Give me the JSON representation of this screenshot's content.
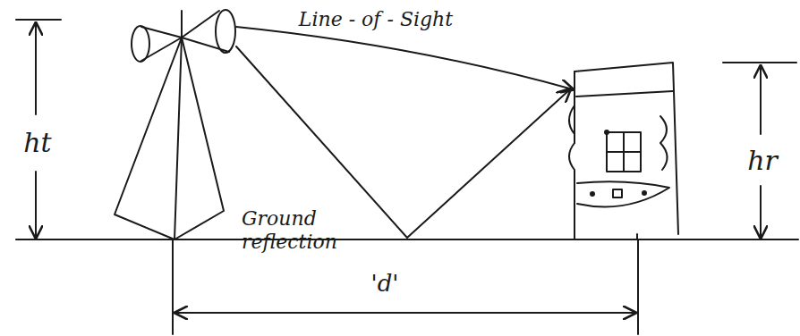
{
  "diagram": {
    "labels": [
      "ht",
      "Line - of - Sight",
      "hr",
      "Ground reflection",
      "'d'"
    ]
  }
}
